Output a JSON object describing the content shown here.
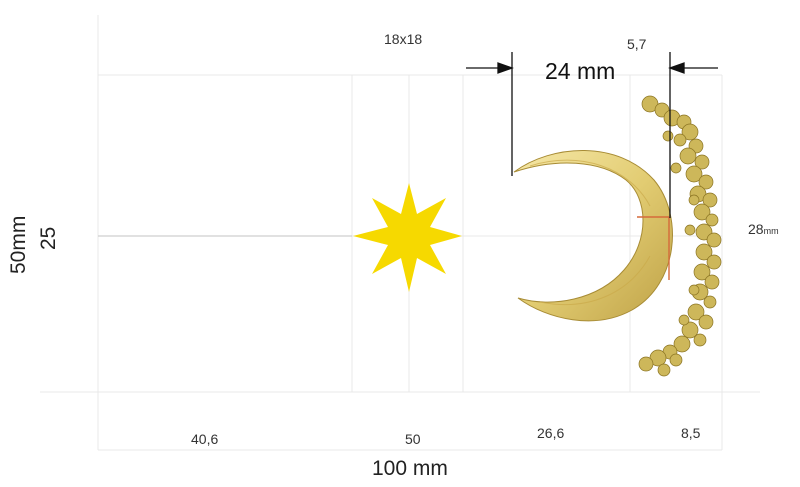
{
  "top_labels": {
    "star_size": "18x18",
    "gap_width": "5,7",
    "crescent_width": "24 mm"
  },
  "side_labels": {
    "total_height": "50mm",
    "center_height": "25",
    "right_height": "28",
    "right_height_unit": "mm"
  },
  "bottom_labels": {
    "seg_a": "40,6",
    "seg_b": "50",
    "seg_c": "26,6",
    "seg_d": "8,5",
    "total_width": "100 mm"
  },
  "colors": {
    "star": "#f5d800",
    "crescent": "#e2cc72",
    "crescent_shadow": "#b89a3a",
    "ornament": "#c8b455",
    "guide": "#e7e7e7",
    "highlight": "#d56a3a"
  },
  "icons": {
    "star": "eight-point-star-icon",
    "crescent": "crescent-moon-icon",
    "ornament": "ornamental-border-icon"
  }
}
